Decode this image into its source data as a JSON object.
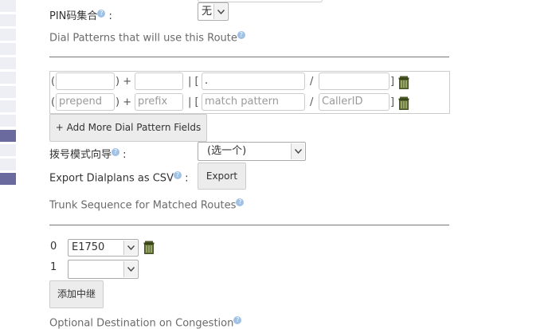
{
  "pin_set": {
    "label": "PIN码集合",
    "suffix": ":",
    "value": "无"
  },
  "dial_patterns": {
    "heading": "Dial Patterns that will use this Route",
    "rows": [
      {
        "prepend": "",
        "prefix": "",
        "match": ".",
        "callerid": ""
      },
      {
        "prepend_placeholder": "prepend",
        "prefix_placeholder": "prefix",
        "match_placeholder": "match pattern",
        "callerid_placeholder": "CallerID"
      }
    ],
    "add_button": "+ Add More Dial Pattern Fields"
  },
  "wizard": {
    "label": "拨号模式向导",
    "suffix": ":",
    "value": "(选一个)"
  },
  "export": {
    "label": "Export Dialplans as CSV",
    "suffix": ":",
    "button": "Export"
  },
  "trunk_sequence": {
    "heading": "Trunk Sequence for Matched Routes",
    "rows": [
      {
        "index": "0",
        "value": "E1750"
      },
      {
        "index": "1",
        "value": ""
      }
    ],
    "add_button": "添加中继"
  },
  "congestion": {
    "label": "Optional Destination on Congestion"
  },
  "symbols": {
    "open_paren": "(",
    "close_paren_plus": ") +",
    "bar_bracket": "| [",
    "slash": "/",
    "close_bracket": "]"
  },
  "icons": {
    "help": "question-mark-icon",
    "delete": "trash-can-icon",
    "dropdown": "chevron-down-icon"
  },
  "colors": {
    "sidebar_active": "#6a6a9e",
    "sidebar": "#eeeef5",
    "help": "#9fc1e6"
  }
}
